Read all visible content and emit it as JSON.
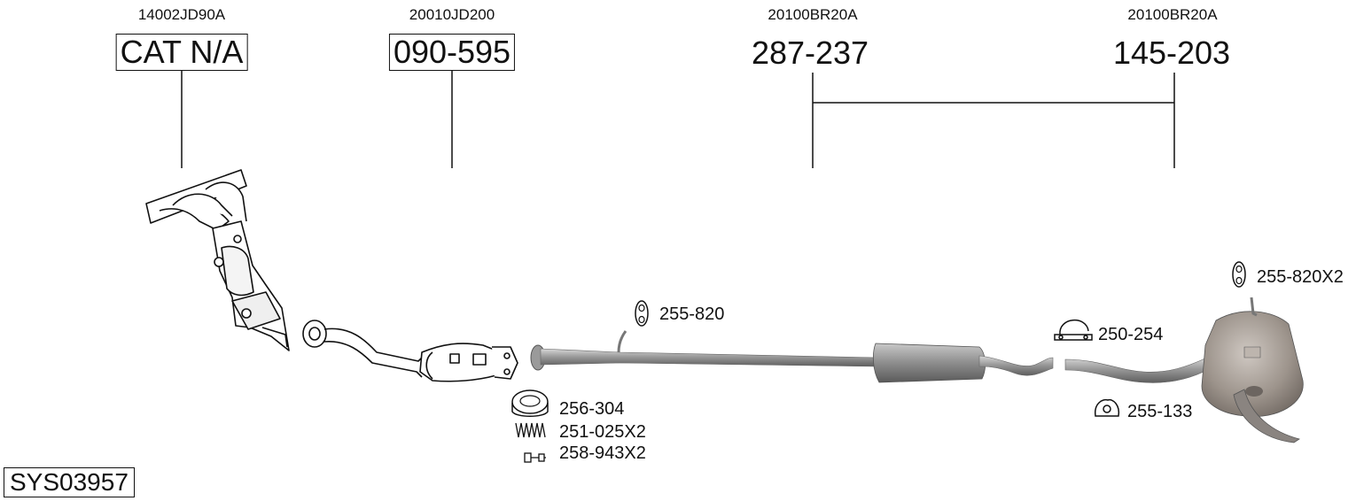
{
  "parts": [
    {
      "oem": "14002JD90A",
      "number": "CAT N/A"
    },
    {
      "oem": "20010JD200",
      "number": "090-595"
    },
    {
      "oem": "20100BR20A",
      "number": "287-237"
    },
    {
      "oem": "20100BR20A",
      "number": "145-203"
    }
  ],
  "callouts": {
    "hanger_front": "255-820",
    "gasket": "256-304",
    "spring": "251-025X2",
    "bolt": "258-943X2",
    "clamp": "250-254",
    "hanger_rear": "255-133",
    "hanger_tail": "255-820X2"
  },
  "system_code": "SYS03957"
}
